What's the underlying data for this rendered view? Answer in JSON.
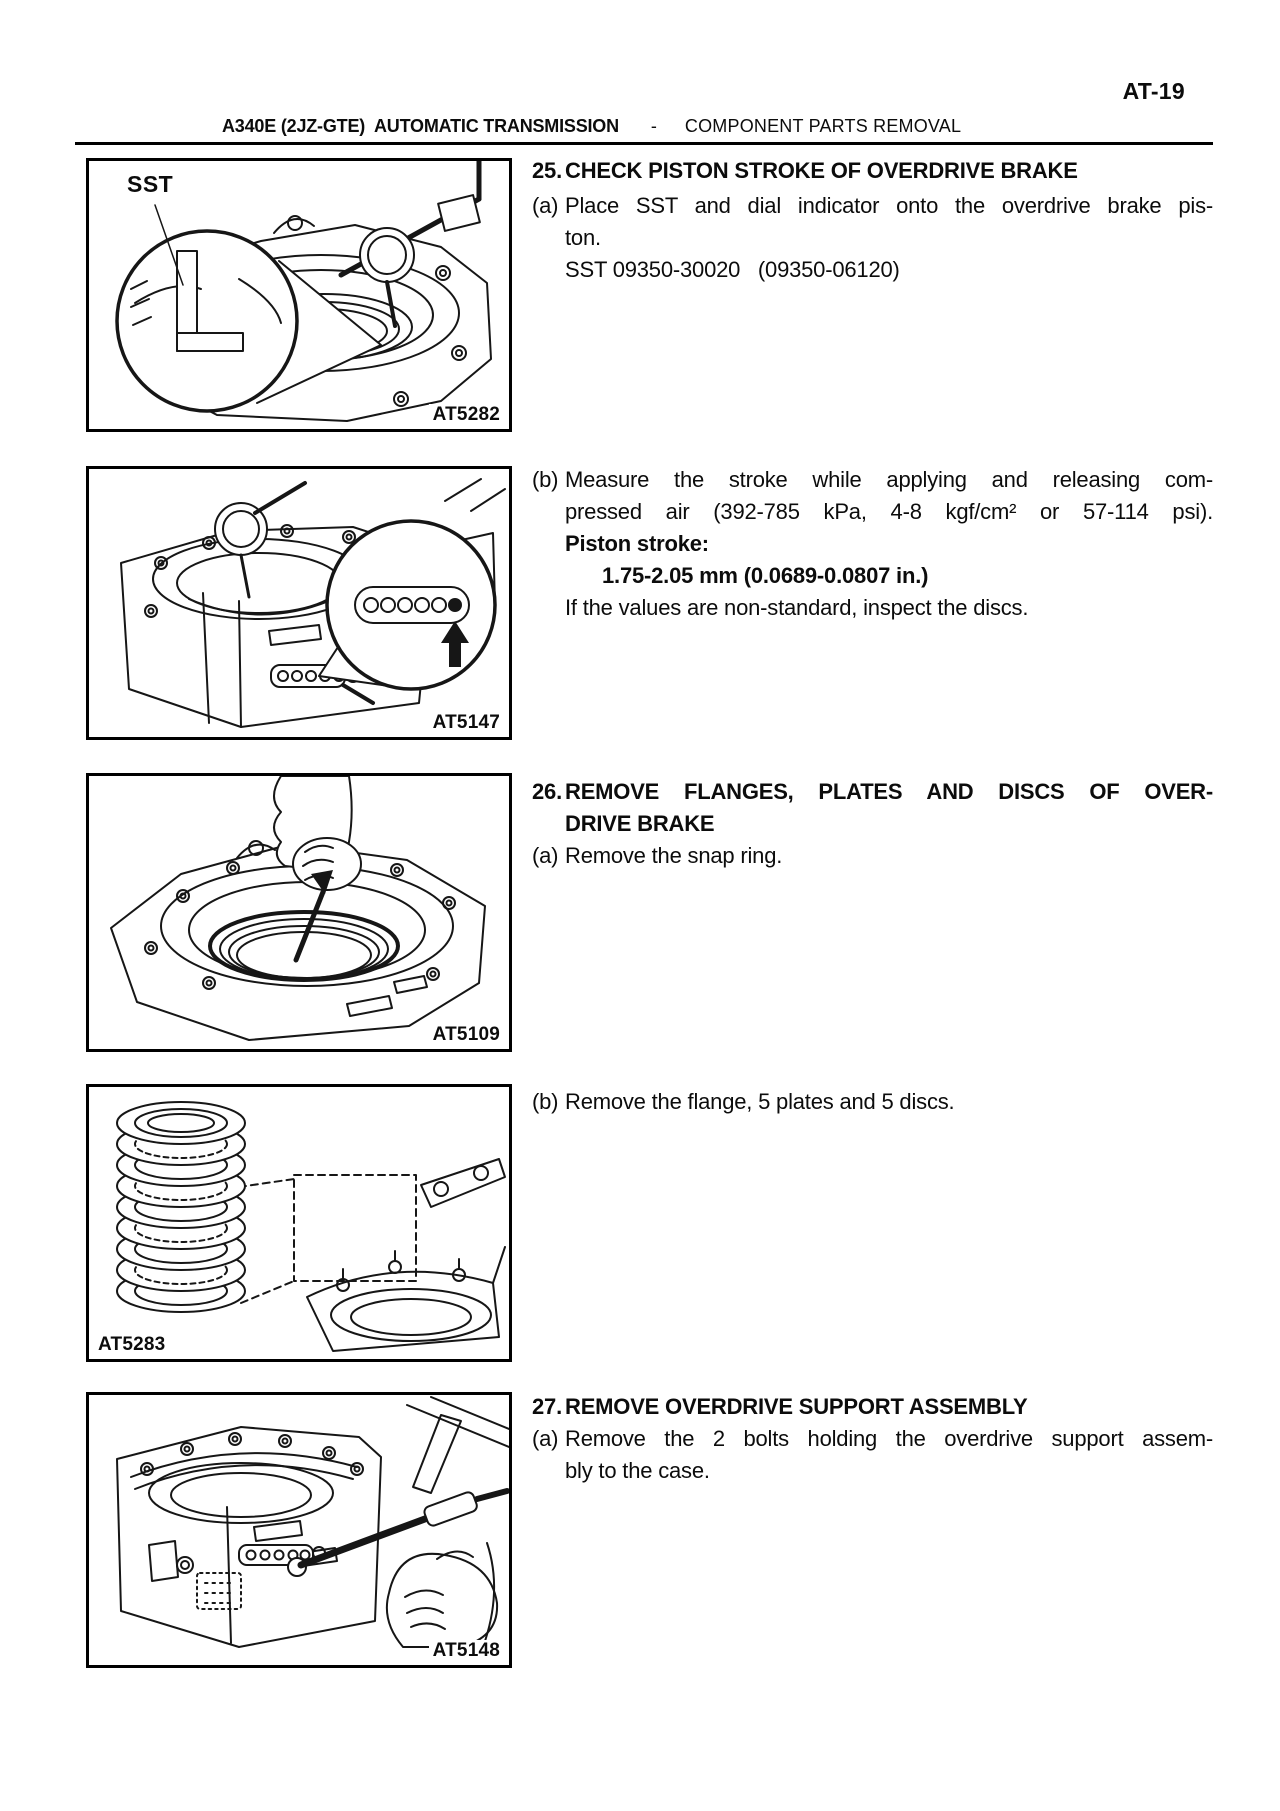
{
  "page": {
    "number": "AT-19"
  },
  "header": {
    "model": "A340E (2JZ-GTE)  AUTOMATIC TRANSMISSION",
    "separator": "-",
    "section": "COMPONENT PARTS REMOVAL"
  },
  "figures": [
    {
      "label": "AT5282",
      "callout": "SST"
    },
    {
      "label": "AT5147"
    },
    {
      "label": "AT5109"
    },
    {
      "label": "AT5283"
    },
    {
      "label": "AT5148"
    }
  ],
  "steps": [
    {
      "number": "25.",
      "title": "CHECK PISTON STROKE OF OVERDRIVE BRAKE",
      "substeps": [
        {
          "marker": "(a)",
          "lines": [
            "Place SST and dial indicator onto the overdrive brake pis-",
            "ton.",
            "SST 09350-30020   (09350-06120)"
          ]
        },
        {
          "marker": "(b)",
          "lines": [
            "Measure the stroke while applying and releasing com-",
            "pressed air (392-785 kPa, 4-8 kgf/cm² or 57-114 psi).",
            "Piston stroke:",
            "1.75-2.05 mm (0.0689-0.0807 in.)",
            "If the values are non-standard, inspect the discs."
          ]
        }
      ]
    },
    {
      "number": "26.",
      "title_lines": [
        "REMOVE FLANGES, PLATES AND DISCS OF OVER-",
        "DRIVE BRAKE"
      ],
      "substeps": [
        {
          "marker": "(a)",
          "lines": [
            "Remove the snap ring."
          ]
        },
        {
          "marker": "(b)",
          "lines": [
            "Remove the flange, 5 plates and 5 discs."
          ]
        }
      ]
    },
    {
      "number": "27.",
      "title": "REMOVE OVERDRIVE SUPPORT ASSEMBLY",
      "substeps": [
        {
          "marker": "(a)",
          "lines": [
            "Remove the 2 bolts holding the overdrive support assem-",
            "bly to the case."
          ]
        }
      ]
    }
  ]
}
